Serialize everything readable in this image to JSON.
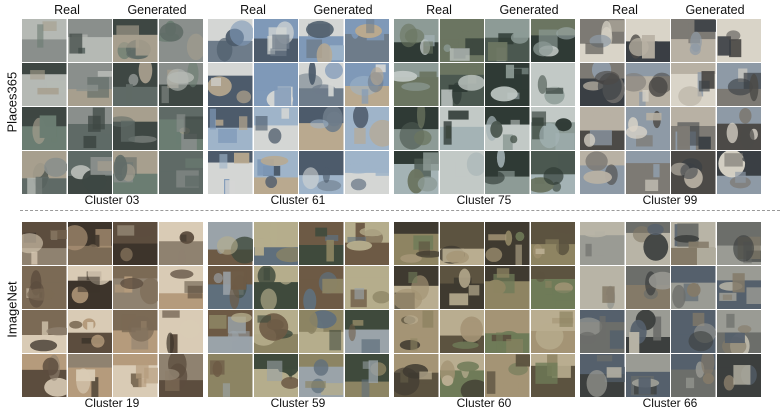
{
  "rows": [
    {
      "label": "Places365",
      "clusters": [
        {
          "real_label": "Real",
          "gen_label": "Generated",
          "name": "Cluster 03",
          "palette": [
            "#8a8f8c",
            "#5f6a66",
            "#b5b9b4",
            "#3e4743",
            "#a79f8e",
            "#6b7d72"
          ]
        },
        {
          "real_label": "Real",
          "gen_label": "Generated",
          "name": "Cluster 61",
          "palette": [
            "#9fb4c9",
            "#6e7c8a",
            "#d4d6d4",
            "#4d5b6b",
            "#b9a98f",
            "#7f99b8"
          ]
        },
        {
          "real_label": "Real",
          "gen_label": "Generated",
          "name": "Cluster 75",
          "palette": [
            "#4b5850",
            "#8d9b96",
            "#2f3a35",
            "#a4b3b5",
            "#6b7561",
            "#c2c9c6"
          ]
        },
        {
          "real_label": "Real",
          "gen_label": "Generated",
          "name": "Cluster 99",
          "palette": [
            "#7d7a74",
            "#b8b1a4",
            "#4c4a47",
            "#d9d4c8",
            "#8e9aa6",
            "#3a3f44"
          ]
        }
      ]
    },
    {
      "label": "ImageNet",
      "clusters": [
        {
          "real_label": "",
          "gen_label": "",
          "name": "Cluster 19",
          "palette": [
            "#7b6a55",
            "#b59b7c",
            "#3d342b",
            "#d9cbb5",
            "#8f8270",
            "#5c4d3e"
          ]
        },
        {
          "real_label": "",
          "gen_label": "",
          "name": "Cluster 59",
          "palette": [
            "#8c8463",
            "#5f6f7c",
            "#b5ad8c",
            "#3f4a3c",
            "#9aa3a9",
            "#6d5a45"
          ]
        },
        {
          "real_label": "",
          "gen_label": "",
          "name": "Cluster 60",
          "palette": [
            "#8e8462",
            "#5c5340",
            "#b9ad90",
            "#6f7b58",
            "#3f3a30",
            "#a49475"
          ]
        },
        {
          "real_label": "",
          "gen_label": "",
          "name": "Cluster 66",
          "palette": [
            "#6c6e6a",
            "#9a9b94",
            "#3c3f3e",
            "#b8b4a6",
            "#55606c",
            "#847a68"
          ]
        }
      ]
    }
  ]
}
